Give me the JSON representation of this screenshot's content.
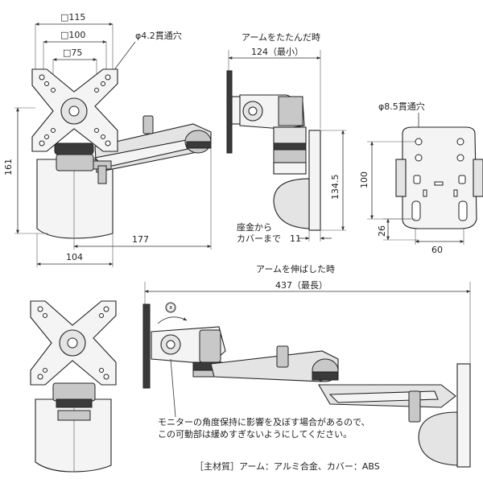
{
  "top_left": {
    "dim_115": "□115",
    "dim_100": "□100",
    "dim_75": "□75",
    "hole_label": "φ4.2貫通穴",
    "dim_161": "161",
    "dim_177": "177",
    "dim_104": "104"
  },
  "folded": {
    "title": "アームをたたんだ時",
    "dim_124": "124（最小）",
    "dim_134_5": "134.5",
    "seat_label_1": "座金から",
    "seat_label_2": "カバーまで",
    "dim_11": "11"
  },
  "wall_plate": {
    "hole_label": "φ8.5貫通穴",
    "dim_100": "100",
    "dim_26": "26",
    "dim_60": "60"
  },
  "extended": {
    "title": "アームを伸ばした時",
    "dim_437": "437（最長）",
    "marker": "ⓐ",
    "note_1": "モニターの角度保持に影響を及ぼす場合があるので、",
    "note_2": "この可動部は緩めすぎないようにしてください。"
  },
  "material": "［主材質］アーム：アルミ合金、カバー：ABS"
}
